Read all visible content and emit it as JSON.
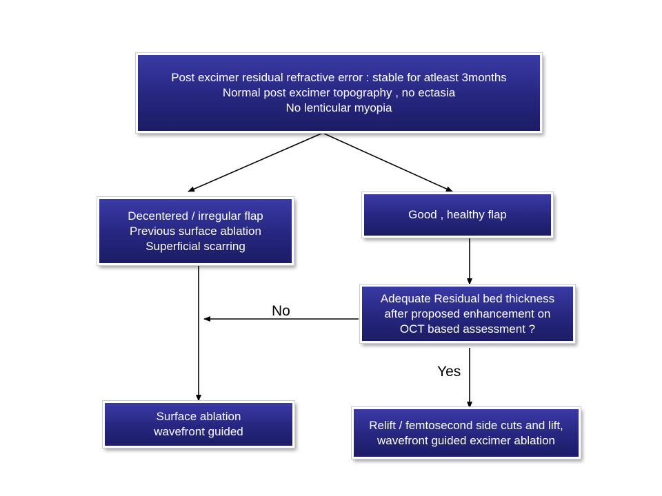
{
  "colors": {
    "box_fill": "#26267f",
    "box_border": "#ffffff",
    "text": "#ffffff",
    "arrow": "#000000"
  },
  "nodes": {
    "criteria": {
      "lines": [
        "Post excimer residual refractive error : stable for atleast 3months",
        "Normal post excimer topography , no ectasia",
        "No lenticular myopia"
      ]
    },
    "bad_flap": {
      "lines": [
        "Decentered / irregular flap",
        "Previous surface ablation",
        "Superficial scarring"
      ]
    },
    "good_flap": {
      "lines": [
        "Good , healthy flap"
      ]
    },
    "bed_thickness": {
      "lines": [
        "Adequate Residual bed thickness",
        "after proposed enhancement on",
        "OCT based assessment ?"
      ]
    },
    "surface_ablation": {
      "lines": [
        "Surface ablation",
        "wavefront guided"
      ]
    },
    "relift": {
      "lines": [
        "Relift / femtosecond side cuts and lift,",
        "wavefront guided excimer ablation"
      ]
    }
  },
  "edge_labels": {
    "no": "No",
    "yes": "Yes"
  }
}
